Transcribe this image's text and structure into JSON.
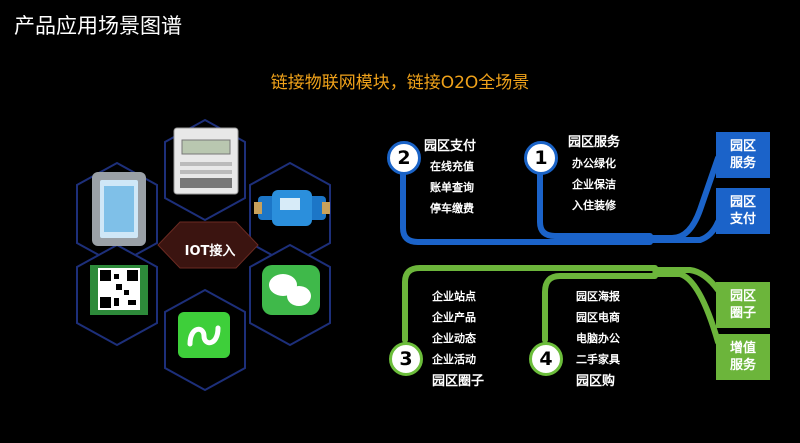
{
  "title": "产品应用场景图谱",
  "subtitle": "链接物联网模块，链接O2O全场景",
  "iot": {
    "label": "IOT接入"
  },
  "icons": [
    "smart-lock-icon",
    "electric-meter-icon",
    "water-meter-icon",
    "qr-code-icon",
    "wechat-icon",
    "mini-program-icon"
  ],
  "groups": {
    "g1": {
      "badge": "1",
      "title": "园区服务",
      "items": [
        "办公绿化",
        "企业保洁",
        "入住装修"
      ]
    },
    "g2": {
      "badge": "2",
      "title": "园区支付",
      "items": [
        "在线充值",
        "账单查询",
        "停车缴费"
      ]
    },
    "g3": {
      "badge": "3",
      "title": "园区圈子",
      "items": [
        "企业站点",
        "企业产品",
        "企业动态",
        "企业活动"
      ]
    },
    "g4": {
      "badge": "4",
      "title": "园区购",
      "items": [
        "园区海报",
        "园区电商",
        "电脑办公",
        "二手家具"
      ]
    }
  },
  "boxes": {
    "b1": [
      "园区",
      "服务"
    ],
    "b2": [
      "园区",
      "支付"
    ],
    "b3": [
      "园区",
      "圈子"
    ],
    "b4": [
      "增值",
      "服务"
    ]
  },
  "colors": {
    "blue": "#1b63c9",
    "green": "#6cb53b",
    "accent": "#f0a21a"
  }
}
